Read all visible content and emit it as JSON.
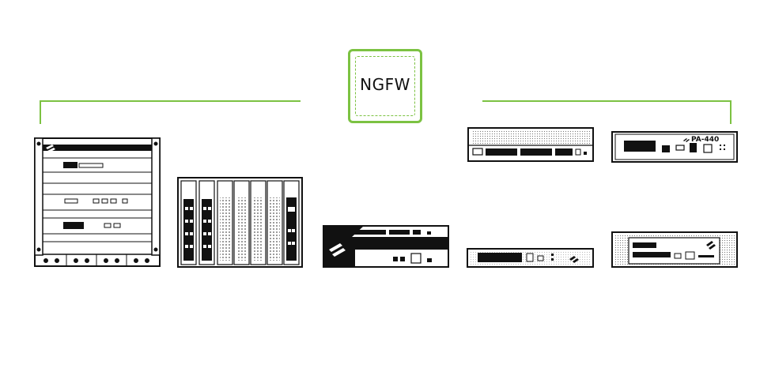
{
  "diagram": {
    "center_label": "NGFW",
    "accent_color": "#7cc242",
    "line_color": "#111111",
    "devices": [
      {
        "id": "chassis-large",
        "icon": "large-chassis-firewall-icon"
      },
      {
        "id": "chassis-blades",
        "icon": "blade-chassis-firewall-icon"
      },
      {
        "id": "appliance-2u",
        "icon": "rack-appliance-2u-icon"
      },
      {
        "id": "appliance-1u-vented",
        "icon": "rack-appliance-1u-icon"
      },
      {
        "id": "appliance-slim",
        "icon": "slim-appliance-icon"
      },
      {
        "id": "pa-440",
        "icon": "desktop-appliance-icon",
        "model_label": "PA-440"
      },
      {
        "id": "desktop-small",
        "icon": "desktop-appliance-small-icon"
      }
    ]
  }
}
